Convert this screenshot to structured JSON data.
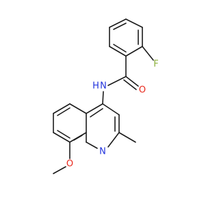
{
  "molecule": {
    "labels": {
      "fluorine": "F",
      "carbonyl_oxygen": "O",
      "amide_nitrogen": "N",
      "amide_hydrogen": "H",
      "ring_nitrogen": "N",
      "ether_oxygen": "O"
    },
    "colors": {
      "bond": "#1a1a1a",
      "fluorine": "#8cb03c",
      "oxygen": "#e8281c",
      "nitrogen": "#2233dd"
    }
  }
}
